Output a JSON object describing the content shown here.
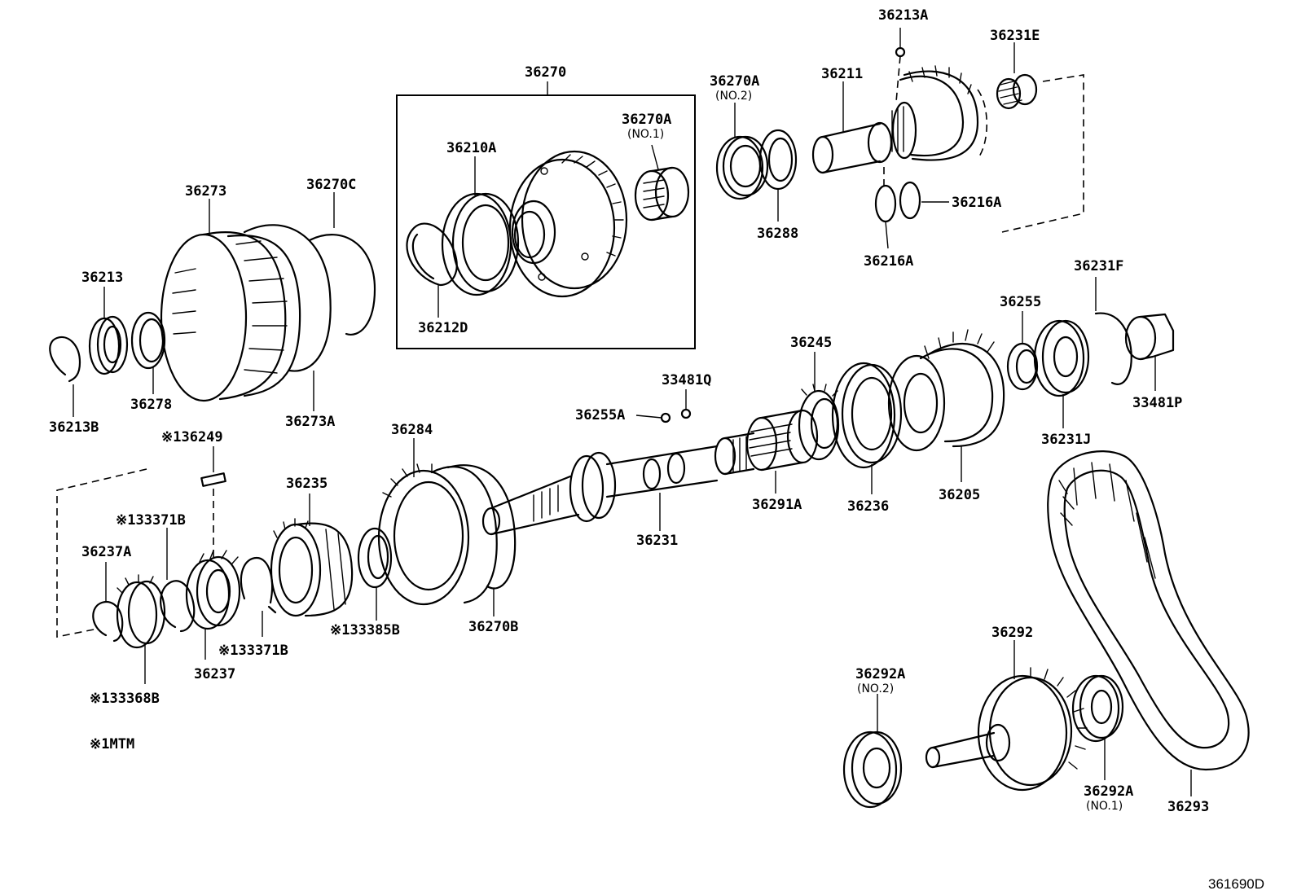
{
  "labels": {
    "p36270": "36270",
    "p36213A": "36213A",
    "p36231E": "36231E",
    "p36270A_no2": "36270A",
    "p36270A_no2_sub": "(NO.2)",
    "p36211": "36211",
    "p36270A_no1": "36270A",
    "p36270A_no1_sub": "(NO.1)",
    "p36210A": "36210A",
    "p36273": "36273",
    "p36270C": "36270C",
    "p36216A_r": "36216A",
    "p36288": "36288",
    "p36216A_b": "36216A",
    "p36213": "36213",
    "p36212D": "36212D",
    "p36231F": "36231F",
    "p36255": "36255",
    "p36245": "36245",
    "p33481Q": "33481Q",
    "p33481P": "33481P",
    "p36278": "36278",
    "p36213B": "36213B",
    "p36273A": "36273A",
    "p36255A": "36255A",
    "p36231J": "36231J",
    "p136249": "※136249",
    "p36284": "36284",
    "p36291A": "36291A",
    "p36236": "36236",
    "p36205": "36205",
    "p36235": "36235",
    "p133371B_t": "※133371B",
    "p36231": "36231",
    "p36237A": "36237A",
    "p36270B": "36270B",
    "p133385B": "※133385B",
    "p133371B_b": "※133371B",
    "p36237": "36237",
    "p36292": "36292",
    "p133368B": "※133368B",
    "p36292A_no2": "36292A",
    "p36292A_no2_sub": "(NO.2)",
    "p1MTM": "※1MTM",
    "p36292A_no1": "36292A",
    "p36292A_no1_sub": "(NO.1)",
    "p36293": "36293"
  },
  "figure_id": "361690D"
}
